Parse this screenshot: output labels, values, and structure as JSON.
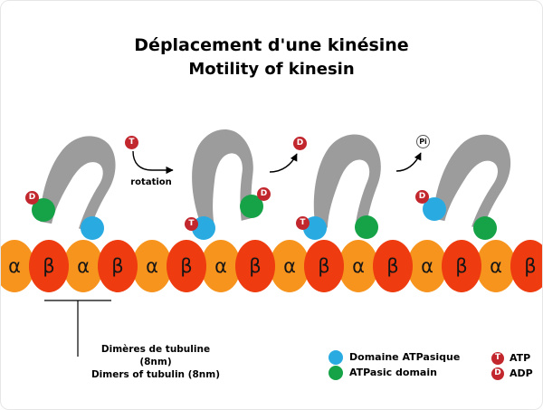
{
  "title": {
    "fr": "Déplacement d'une kinésine",
    "en": "Motility of kinesin"
  },
  "colors": {
    "alpha": "#F7941E",
    "beta": "#EE3B0F",
    "blue": "#29ABE2",
    "green": "#16A348",
    "badge": "#C1272D",
    "gray": "#9C9C9C"
  },
  "microtubule": {
    "subunits": [
      {
        "label": "α",
        "type": "alpha"
      },
      {
        "label": "β",
        "type": "beta"
      },
      {
        "label": "α",
        "type": "alpha"
      },
      {
        "label": "β",
        "type": "beta"
      },
      {
        "label": "α",
        "type": "alpha"
      },
      {
        "label": "β",
        "type": "beta"
      },
      {
        "label": "α",
        "type": "alpha"
      },
      {
        "label": "β",
        "type": "beta"
      },
      {
        "label": "α",
        "type": "alpha"
      },
      {
        "label": "β",
        "type": "beta"
      },
      {
        "label": "α",
        "type": "alpha"
      },
      {
        "label": "β",
        "type": "beta"
      },
      {
        "label": "α",
        "type": "alpha"
      },
      {
        "label": "β",
        "type": "beta"
      },
      {
        "label": "α",
        "type": "alpha"
      },
      {
        "label": "β",
        "type": "beta"
      }
    ]
  },
  "molecules": {
    "atp_symbol": "T",
    "adp_symbol": "D",
    "pi_symbol": "Pi"
  },
  "annotations": {
    "rotation": "rotation"
  },
  "legend": {
    "dimer_fr": "Dimères de tubuline (8nm)",
    "dimer_en": "Dimers of tubulin (8nm)",
    "atpase_fr": "Domaine ATPasique",
    "atpase_en": "ATPasic domain",
    "atp": "ATP",
    "adp": "ADP"
  }
}
